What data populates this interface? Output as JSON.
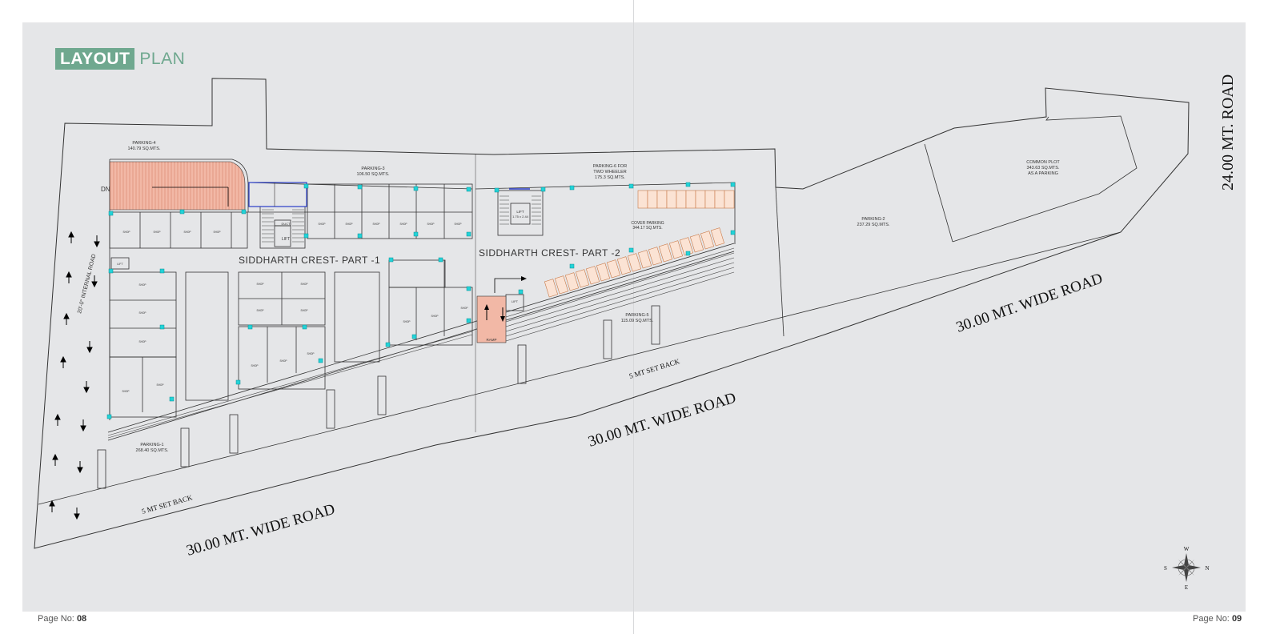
{
  "header": {
    "title_highlight": "LAYOUT",
    "title_rest": "PLAN"
  },
  "footer": {
    "left_prefix": "Page No:",
    "left_number": "08",
    "right_prefix": "Page No:",
    "right_number": "09"
  },
  "roads": {
    "south_bottom": "30.00 MT. WIDE ROAD",
    "south_middle": "30.00 MT. WIDE ROAD",
    "south_right": "30.00 MT. WIDE ROAD",
    "east": "24.00 MT. ROAD",
    "internal": "20'-0\" INTERNAL ROAD"
  },
  "setbacks": {
    "left": "5 MT SET BACK",
    "middle": "5 MT SET BACK"
  },
  "buildings": {
    "part1": "SIDDHARTH CREST-   PART -1",
    "part2": "SIDDHARTH CREST-   PART -2"
  },
  "parking": {
    "p1": {
      "name": "PARKING-1",
      "area": "268.40 SQ.MTS."
    },
    "p2": {
      "name": "PARKING-2",
      "area": "237.29 SQ.MTS."
    },
    "p3": {
      "name": "PARKING-3",
      "area": "106.50 SQ.MTS."
    },
    "p4": {
      "name": "PARKING-4",
      "area": "140.79 SQ.MTS."
    },
    "p5": {
      "name": "PARKING-5",
      "area": "115.09 SQ.MTS."
    },
    "p6": {
      "line1": "PARKING-6 FOR",
      "line2": "TWO WHEELER",
      "area": "175.3 SQ.MTS."
    },
    "cover": {
      "name": "COVER PARKING",
      "area": "344.17 SQ.MTS."
    },
    "common": {
      "line1": "COMMON PLOT",
      "line2": "343.63 SQ.MTS.",
      "line3": "AS A PARKING"
    }
  },
  "labels": {
    "dn": "DN",
    "ramp": "RAMP",
    "lift": "LIFT",
    "duct": "DUCT",
    "shop": "SHOP",
    "lift_size": "1.75 x 2.44"
  },
  "compass": {
    "n": "N",
    "s": "S",
    "e": "E",
    "w": "W"
  },
  "colors": {
    "accent": "#6fa88f",
    "ramp_fill": "#f2b8a6",
    "column": "#22d3d8",
    "background": "#e5e6e8"
  }
}
